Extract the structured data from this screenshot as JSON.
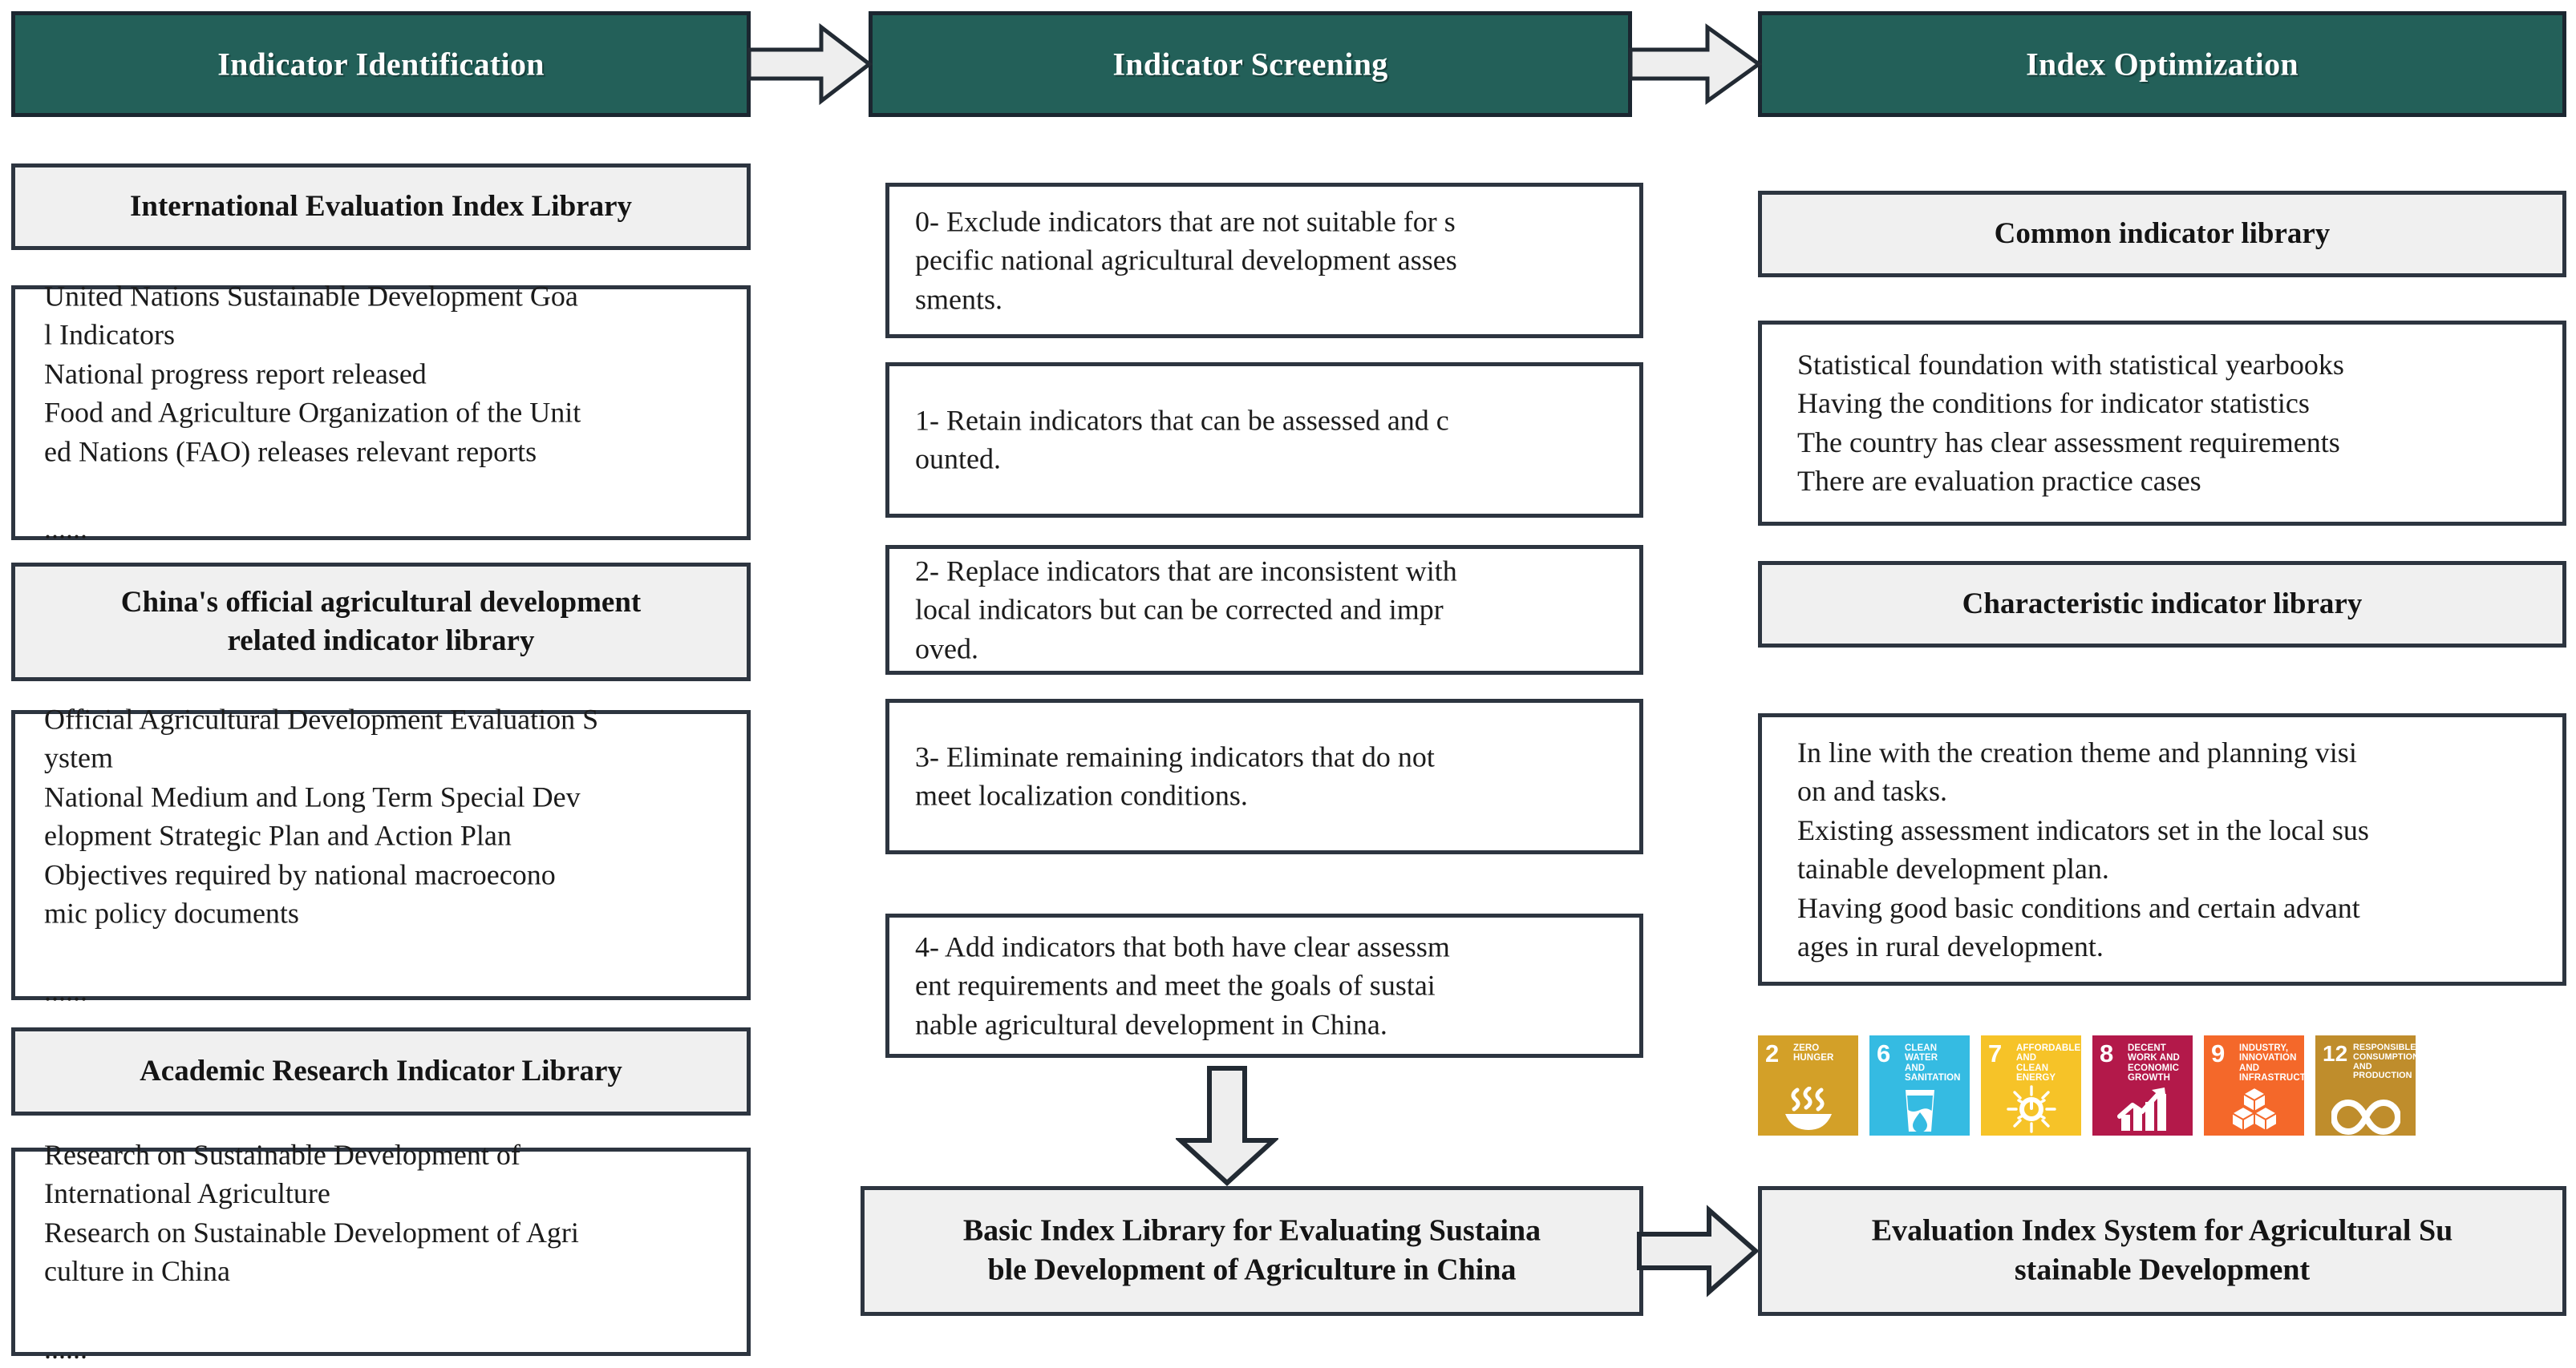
{
  "stages": [
    {
      "id": "indicator-identification",
      "label": "Indicator Identification"
    },
    {
      "id": "indicator-screening",
      "label": "Indicator Screening"
    },
    {
      "id": "index-optimization",
      "label": "Index Optimization"
    }
  ],
  "left_column": {
    "groups": [
      {
        "title": "International Evaluation Index Library",
        "body": "United Nations Sustainable Development Goa\nl Indicators\nNational progress report released\nFood and Agriculture Organization of the Unit\ned Nations (FAO) releases relevant reports\n\n......"
      },
      {
        "title": "China's official agricultural development\nrelated indicator library",
        "body": "Official Agricultural Development Evaluation S\nystem\nNational Medium and Long Term Special Dev\nelopment Strategic Plan and Action Plan\nObjectives required by national macroecono\nmic policy documents\n\n......"
      },
      {
        "title": "Academic Research Indicator Library",
        "body": "Research on Sustainable Development of\nInternational Agriculture\nResearch on Sustainable Development of Agri\nculture in China\n\n......"
      }
    ]
  },
  "middle_column": {
    "steps": [
      {
        "text": "0- Exclude indicators that are not suitable for s\npecific national agricultural development asses\nsments."
      },
      {
        "text": "1- Retain indicators that can be assessed and c\nounted."
      },
      {
        "text": "2- Replace indicators that are inconsistent with\n local indicators but can be corrected and impr\noved."
      },
      {
        "text": "3- Eliminate remaining indicators that do not\nmeet localization conditions."
      },
      {
        "text": "4- Add indicators that both have clear assessm\nent requirements and meet the goals of sustai\nnable agricultural development in China."
      }
    ],
    "result": "Basic Index Library for Evaluating Sustaina\nble Development of Agriculture in China"
  },
  "right_column": {
    "groups": [
      {
        "title": "Common indicator library",
        "body": "Statistical foundation with statistical yearbooks\nHaving the conditions for indicator statistics\nThe country has clear assessment requirements\nThere are evaluation practice cases"
      },
      {
        "title": "Characteristic indicator library",
        "body": "In line with the creation theme and planning visi\non and tasks.\nExisting assessment indicators set in the local sus\ntainable development plan.\nHaving good basic conditions and certain advant\nages in rural development."
      }
    ],
    "sdg_icons": [
      {
        "number": "2",
        "label": "Zero\nHunger",
        "color": "#d3a028",
        "glyph": "bowl-of-soup-icon"
      },
      {
        "number": "6",
        "label": "Clean Water\nand Sanitation",
        "color": "#35bbe2",
        "glyph": "water-glass-icon"
      },
      {
        "number": "7",
        "label": "Affordable and\nClean Energy",
        "color": "#f6c328",
        "glyph": "sun-power-icon"
      },
      {
        "number": "8",
        "label": "Decent Work and\nEconomic Growth",
        "color": "#b3194a",
        "glyph": "growth-chart-icon"
      },
      {
        "number": "9",
        "label": "Industry, Innovation\nand Infrastructure",
        "color": "#f4682a",
        "glyph": "cubes-icon"
      },
      {
        "number": "12",
        "label": "Responsible\nConsumption\nand Production",
        "color": "#bf8d2c",
        "glyph": "infinity-icon"
      }
    ],
    "result": "Evaluation Index System for Agricultural Su\nstainable Development"
  },
  "colors": {
    "stage_band": "#236059",
    "stage_band_text": "#ffffff",
    "box_border": "#2d3540",
    "title_fill": "#f0f0f0",
    "body_fill": "#ffffff",
    "arrow_fill": "#eeeeee",
    "arrow_stroke": "#222a33"
  }
}
